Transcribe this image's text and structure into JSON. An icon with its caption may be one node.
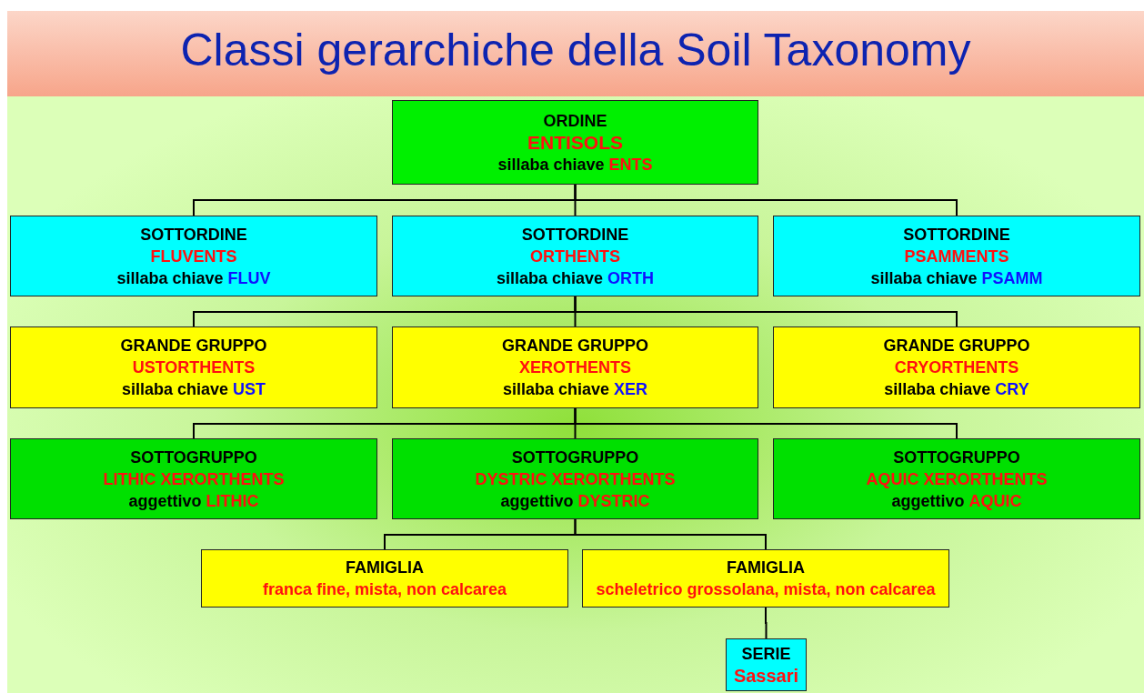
{
  "diagram": {
    "title": "Classi gerarchiche della Soil Taxonomy",
    "nodes": [
      {
        "text": [
          "ORDINE",
          "ENTISOLS",
          "sillaba chiave",
          "ENTS"
        ]
      },
      {
        "text": [
          "SOTTORDINE",
          "FLUVENTS",
          "sillaba chiave",
          "FLUV"
        ]
      },
      {
        "text": [
          "SOTTORDINE",
          "ORTHENTS",
          "sillaba chiave",
          "ORTH"
        ]
      },
      {
        "text": [
          "SOTTORDINE",
          "PSAMMENTS",
          "sillaba chiave",
          "PSAMM"
        ]
      },
      {
        "text": [
          "GRANDE  GRUPPO",
          "USTORTHENTS",
          "sillaba chiave",
          "UST"
        ]
      },
      {
        "text": [
          "GRANDE GRUPPO",
          "XEROTHENTS",
          "sillaba chiave",
          "XER"
        ]
      },
      {
        "text": [
          "GRANDE  GRUPPO",
          "CRYORTHENTS",
          "sillaba chiave",
          "CRY"
        ]
      },
      {
        "text": [
          "SOTTOGRUPPO",
          "LITHIC XERORTHENTS",
          "aggettivo",
          "LITHIC"
        ]
      },
      {
        "text": [
          "SOTTOGRUPPO",
          "DYSTRIC XERORTHENTS",
          "aggettivo",
          "DYSTRIC"
        ]
      },
      {
        "text": [
          "SOTTOGRUPPO",
          "AQUIC XERORTHENTS",
          "aggettivo",
          "AQUIC"
        ]
      },
      {
        "text": [
          "FAMIGLIA",
          "franca fine, mista, non calcarea"
        ]
      },
      {
        "text": [
          "FAMIGLIA",
          "scheletrico grossolana, mista, non calcarea"
        ]
      },
      {
        "text": [
          "SERIE",
          "Sassari"
        ]
      }
    ],
    "edges": [
      {
        "from": 0,
        "to": 1,
        "arrow": "none"
      },
      {
        "from": 0,
        "to": 2,
        "arrow": "none"
      },
      {
        "from": 0,
        "to": 3,
        "arrow": "none"
      },
      {
        "from": 2,
        "to": 4,
        "arrow": "none"
      },
      {
        "from": 2,
        "to": 5,
        "arrow": "none"
      },
      {
        "from": 2,
        "to": 6,
        "arrow": "none"
      },
      {
        "from": 5,
        "to": 7,
        "arrow": "none"
      },
      {
        "from": 5,
        "to": 8,
        "arrow": "none"
      },
      {
        "from": 5,
        "to": 9,
        "arrow": "none"
      },
      {
        "from": 8,
        "to": 10,
        "arrow": "none"
      },
      {
        "from": 8,
        "to": 11,
        "arrow": "none"
      },
      {
        "from": 11,
        "to": 12,
        "arrow": "none"
      }
    ]
  }
}
